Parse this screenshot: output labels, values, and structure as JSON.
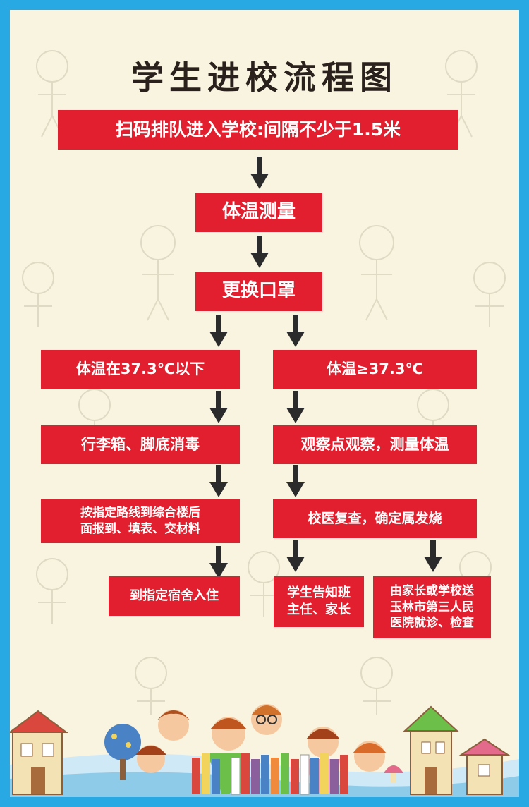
{
  "title": "学生进校流程图",
  "steps": {
    "scan": "扫码排队进入学校:间隔不少于1.5米",
    "temp": "体温测量",
    "mask": "更换口罩"
  },
  "left": {
    "cond": "体温在37.3℃以下",
    "disinfect": "行李箱、脚底消毒",
    "report_line1": "按指定路线到综合楼后",
    "report_line2": "面报到、填表、交材料",
    "dorm": "到指定宿舍入住"
  },
  "right": {
    "cond": "体温≥37.3℃",
    "observe": "观察点观察，测量体温",
    "recheck": "校医复查，确定属发烧",
    "notify_line1": "学生告知班",
    "notify_line2": "主任、家长",
    "hospital_line1": "由家长或学校送",
    "hospital_line2": "玉林市第三人民",
    "hospital_line3": "医院就诊、检查"
  },
  "colors": {
    "border": "#29a9e4",
    "background": "#f8f4df",
    "box": "#e21f2e",
    "arrow": "#2b2b2b",
    "title": "#2a211c"
  }
}
